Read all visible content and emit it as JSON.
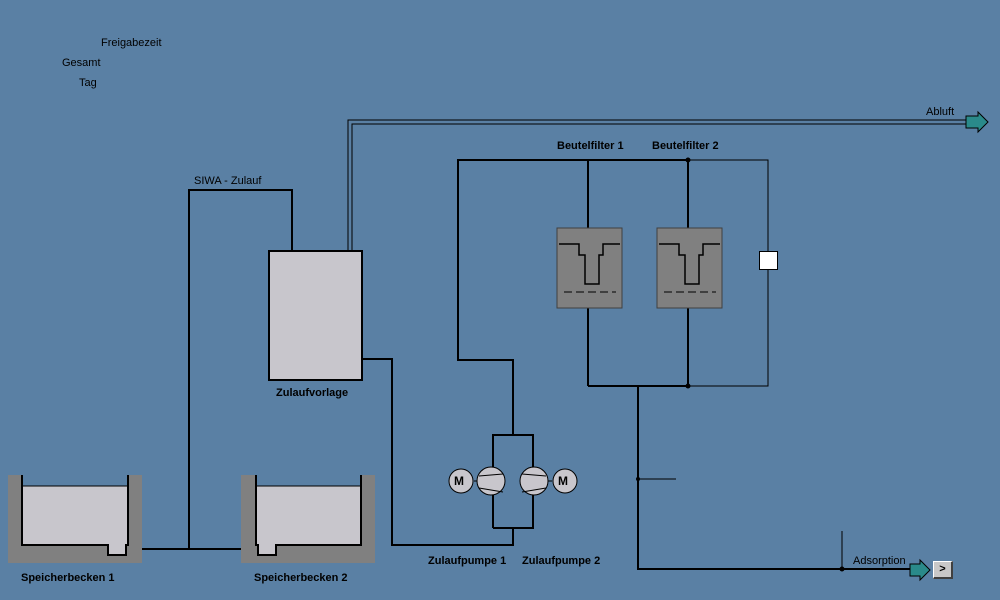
{
  "header_labels": {
    "release_time": "Freigabezeit",
    "total": "Gesamt",
    "day": "Tag"
  },
  "flow_labels": {
    "exhaust_air": "Abluft",
    "siwa_inlet": "SIWA - Zulauf",
    "adsorption": "Adsorption"
  },
  "equipment": {
    "feed_tank": "Zulaufvorlage",
    "bag_filter_1": "Beutelfilter 1",
    "bag_filter_2": "Beutelfilter 2",
    "storage_basin_1": "Speicherbecken 1",
    "storage_basin_2": "Speicherbecken 2",
    "feed_pump_1": "Zulaufpumpe 1",
    "feed_pump_2": "Zulaufpumpe 2",
    "motor_symbol": "M"
  },
  "nav_button": {
    "label": ">"
  },
  "colors": {
    "background": "#5a80a4",
    "tank_fill": "#c8c6cc",
    "basin_wall": "#808080",
    "filter_fill": "#808080",
    "arrow_teal": "#2a8a8a"
  },
  "icons": {
    "exhaust_arrow": "arrow-right-icon",
    "adsorption_arrow": "arrow-right-icon",
    "motor": "motor-icon",
    "pump": "pump-icon"
  }
}
